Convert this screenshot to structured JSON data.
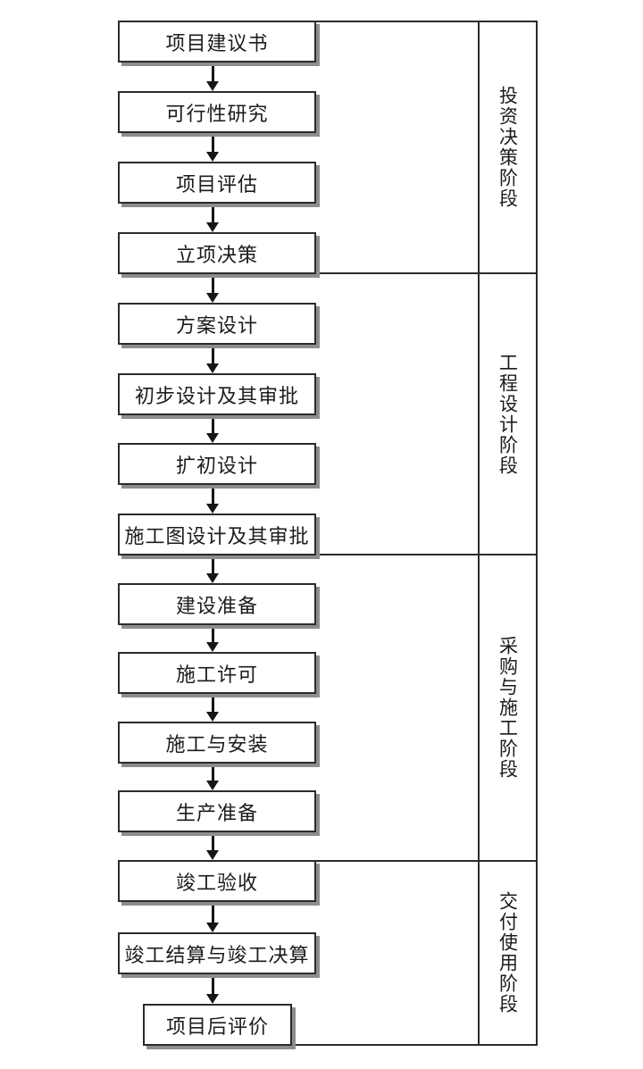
{
  "flow": {
    "steps": [
      {
        "label": "项目建议书"
      },
      {
        "label": "可行性研究"
      },
      {
        "label": "项目评估"
      },
      {
        "label": "立项决策"
      },
      {
        "label": "方案设计"
      },
      {
        "label": "初步设计及其审批"
      },
      {
        "label": "扩初设计"
      },
      {
        "label": "施工图设计及其审批"
      },
      {
        "label": "建设准备"
      },
      {
        "label": "施工许可"
      },
      {
        "label": "施工与安装"
      },
      {
        "label": "生产准备"
      },
      {
        "label": "竣工验收"
      },
      {
        "label": "竣工结算与竣工决算"
      },
      {
        "label": "项目后评价"
      }
    ]
  },
  "phases": [
    {
      "label": "投资决策阶段"
    },
    {
      "label": "工程设计阶段"
    },
    {
      "label": "采购与施工阶段"
    },
    {
      "label": "交付使用阶段"
    }
  ],
  "colors": {
    "line": "#2b2b2b",
    "arrow": "#161616",
    "text": "#1c1c1c",
    "box_shadow": "#8d8d8d",
    "background": "#ffffff"
  }
}
